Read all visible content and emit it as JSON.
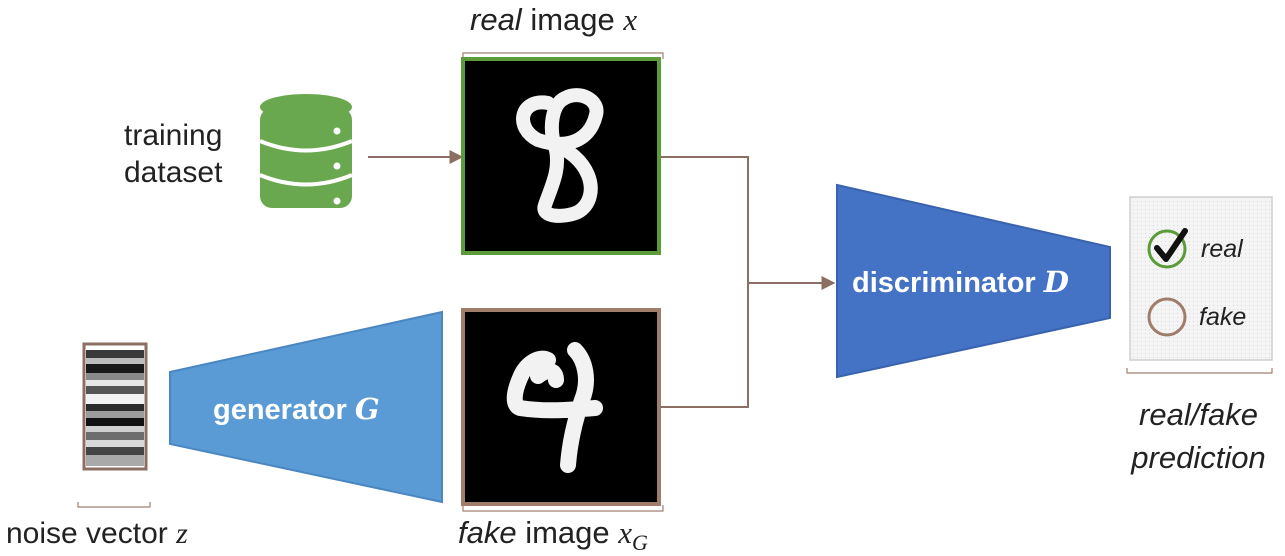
{
  "real_image": {
    "label_italic": "real",
    "label_rest": " image ",
    "var": "x"
  },
  "fake_image": {
    "label_italic": "fake",
    "label_rest": " image ",
    "var": "x",
    "sub": "G"
  },
  "training_dataset": {
    "line1": "training",
    "line2": "dataset",
    "icon": "database-icon"
  },
  "noise_vector": {
    "label": "noise vector ",
    "var": "z"
  },
  "generator": {
    "label": "generator ",
    "var": "G"
  },
  "discriminator": {
    "label": "discriminator ",
    "var": "D"
  },
  "prediction_card": {
    "real_label": "real",
    "fake_label": "fake"
  },
  "prediction": {
    "line1": "real/fake",
    "line2": "prediction"
  },
  "colors": {
    "green": "#5B9B3A",
    "brown": "#A07D6B",
    "generator_blue": "#5B9BD5",
    "discriminator_blue": "#4472C4",
    "arrow": "#8B6F62"
  }
}
